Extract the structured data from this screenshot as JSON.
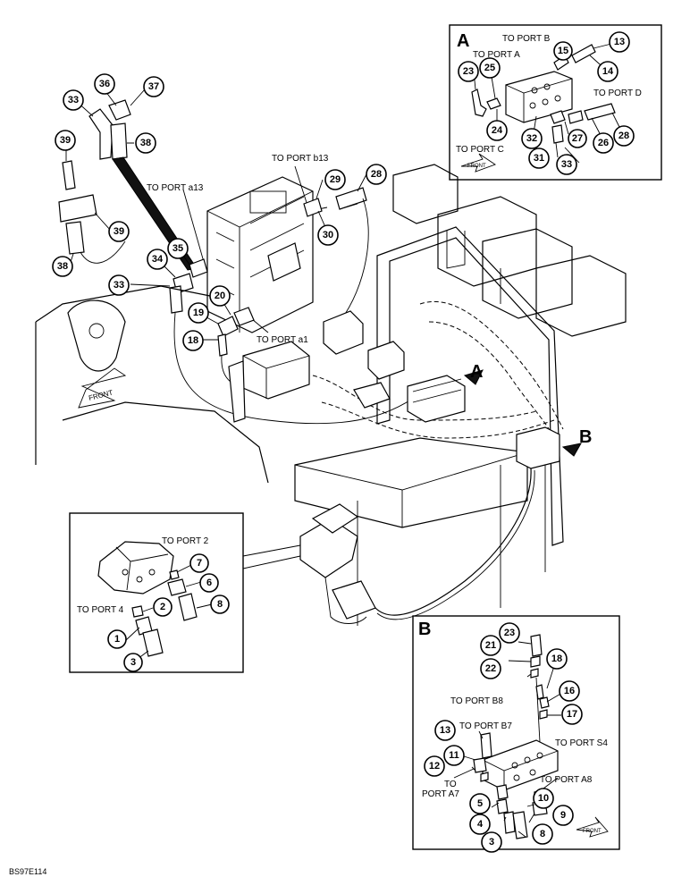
{
  "detail_a": {
    "letter": "A",
    "to_port_b": "TO PORT B",
    "to_port_a": "TO PORT A",
    "to_port_d": "TO PORT D",
    "to_port_c": "TO PORT C",
    "front": "FRONT",
    "callouts": [
      "13",
      "15",
      "14",
      "23",
      "25",
      "24",
      "32",
      "27",
      "26",
      "28",
      "31",
      "33"
    ]
  },
  "main": {
    "to_port_a13": "TO PORT a13",
    "to_port_b13": "TO PORT b13",
    "to_port_a1": "TO PORT a1",
    "front": "FRONT",
    "arrow_a": "A",
    "arrow_b": "B",
    "callouts": [
      "36",
      "37",
      "33",
      "38",
      "39",
      "39",
      "38",
      "35",
      "34",
      "33",
      "29",
      "30",
      "28",
      "20",
      "19",
      "18"
    ]
  },
  "detail_pedal": {
    "to_port_2": "TO PORT 2",
    "to_port_4": "TO PORT 4",
    "callouts": [
      "7",
      "6",
      "8",
      "2",
      "1",
      "3"
    ]
  },
  "detail_b": {
    "letter": "B",
    "to_port_b8": "TO PORT B8",
    "to_port_b7": "TO PORT B7",
    "to_port_s4": "TO PORT S4",
    "to_port_a7_line1": "TO",
    "to_port_a7_line2": "PORT A7",
    "to_port_a8": "TO PORT A8",
    "front": "FRONT",
    "callouts": [
      "23",
      "21",
      "22",
      "18",
      "16",
      "17",
      "13",
      "11",
      "12",
      "5",
      "4",
      "3",
      "10",
      "9",
      "8"
    ]
  },
  "figure_code": "BS97E114"
}
